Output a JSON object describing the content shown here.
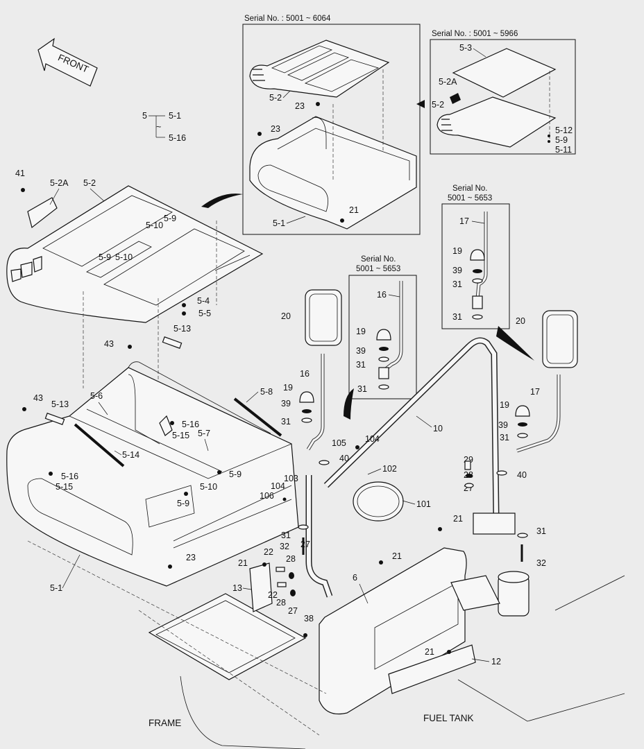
{
  "front_arrow": "FRONT",
  "group": {
    "root": "5",
    "first": "5-1",
    "dots": "~",
    "last": "5-16"
  },
  "insets": {
    "top": {
      "title": "Serial No. : 5001 ~ 6064",
      "labels": [
        "5-2",
        "23",
        "23",
        "21",
        "5-1"
      ]
    },
    "right": {
      "title": "Serial No. : 5001 ~ 5966",
      "labels": [
        "5-3",
        "5-2A",
        "5-2",
        "5-12",
        "5-9",
        "5-11"
      ]
    },
    "middle": {
      "title_line1": "Serial No.",
      "title_line2": "5001 ~ 5653",
      "labels": [
        "16",
        "19",
        "39",
        "31",
        "31"
      ]
    },
    "upper_right": {
      "title_line1": "Serial No.",
      "title_line2": "5001 ~ 5653",
      "labels": [
        "17",
        "19",
        "39",
        "31",
        "31"
      ]
    }
  },
  "labels": {
    "l41": "41",
    "l52a": "5-2A",
    "l52": "5-2",
    "l59a": "5-9",
    "l510a": "5-10",
    "l59b": "5-9",
    "l510b": "5-10",
    "l54": "5-4",
    "l55": "5-5",
    "l513a": "5-13",
    "l43a": "43",
    "l43b": "43",
    "l58": "5-8",
    "l56": "5-6",
    "l513b": "5-13",
    "l516a": "5-16",
    "l515a": "5-15",
    "l57": "5-7",
    "l514": "5-14",
    "l516b": "5-16",
    "l515b": "5-15",
    "l59c": "5-9",
    "l510c": "5-10",
    "l59d": "5-9",
    "l23": "23",
    "l51": "5-1",
    "l20a": "20",
    "l16": "16",
    "l19a": "19",
    "l39a": "39",
    "l31a": "31",
    "l105": "105",
    "l104a": "104",
    "l40a": "40",
    "l103": "103",
    "l104b": "104",
    "l106": "106",
    "l102": "102",
    "l101": "101",
    "l31b": "31",
    "l32a": "32",
    "l10": "10",
    "l20b": "20",
    "l17": "17",
    "l19b": "19",
    "l39b": "39",
    "l31c": "31",
    "l29": "29",
    "l28a": "28",
    "l27a": "27",
    "l40b": "40",
    "l21a": "21",
    "l31d": "31",
    "l32b": "32",
    "l21b": "21",
    "l22a": "22",
    "l28b": "28",
    "l27b": "27",
    "l21c": "21",
    "l13": "13",
    "l22b": "22",
    "l28c": "28",
    "l27c": "27",
    "l6": "6",
    "l38": "38",
    "l21d": "21",
    "l12": "12"
  },
  "bottom": {
    "frame": "FRAME",
    "fuel_tank": "FUEL TANK"
  }
}
